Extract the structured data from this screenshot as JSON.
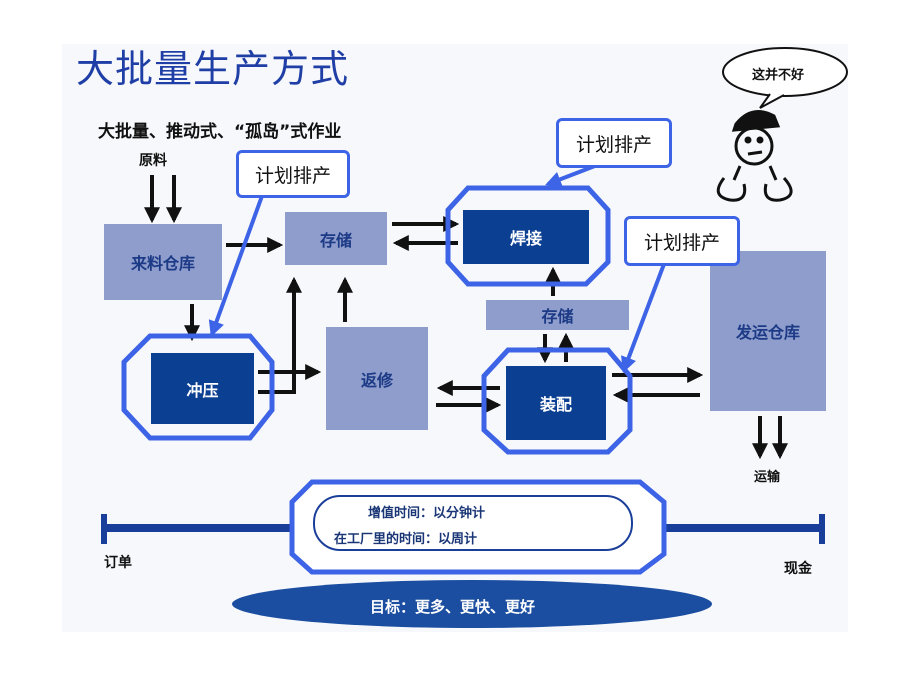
{
  "title": "大批量生产方式",
  "subtitle": "大批量、推动式、“孤岛”式作业",
  "raw_material": "原料",
  "boxes": {
    "incoming_warehouse": "来料仓库",
    "storage_top": "存储",
    "welding": "焊接",
    "storage_mid": "存储",
    "stamping": "冲压",
    "rework": "返修",
    "assembly": "装配",
    "shipping_warehouse": "发运仓库"
  },
  "callouts": [
    "计划排产",
    "计划排产",
    "计划排产"
  ],
  "speech": "这并不好",
  "transport": "运输",
  "timeline": {
    "start": "订单",
    "end": "现金",
    "value_added": "增值时间：以分钟计",
    "factory_time": "在工厂里的时间：以周计"
  },
  "goal": "目标：更多、更快、更好",
  "colors": {
    "title": "#1f3fa6",
    "light_box": "#8e9dcc",
    "dark_box": "#0b3f92",
    "highlight": "#3d63e6"
  }
}
